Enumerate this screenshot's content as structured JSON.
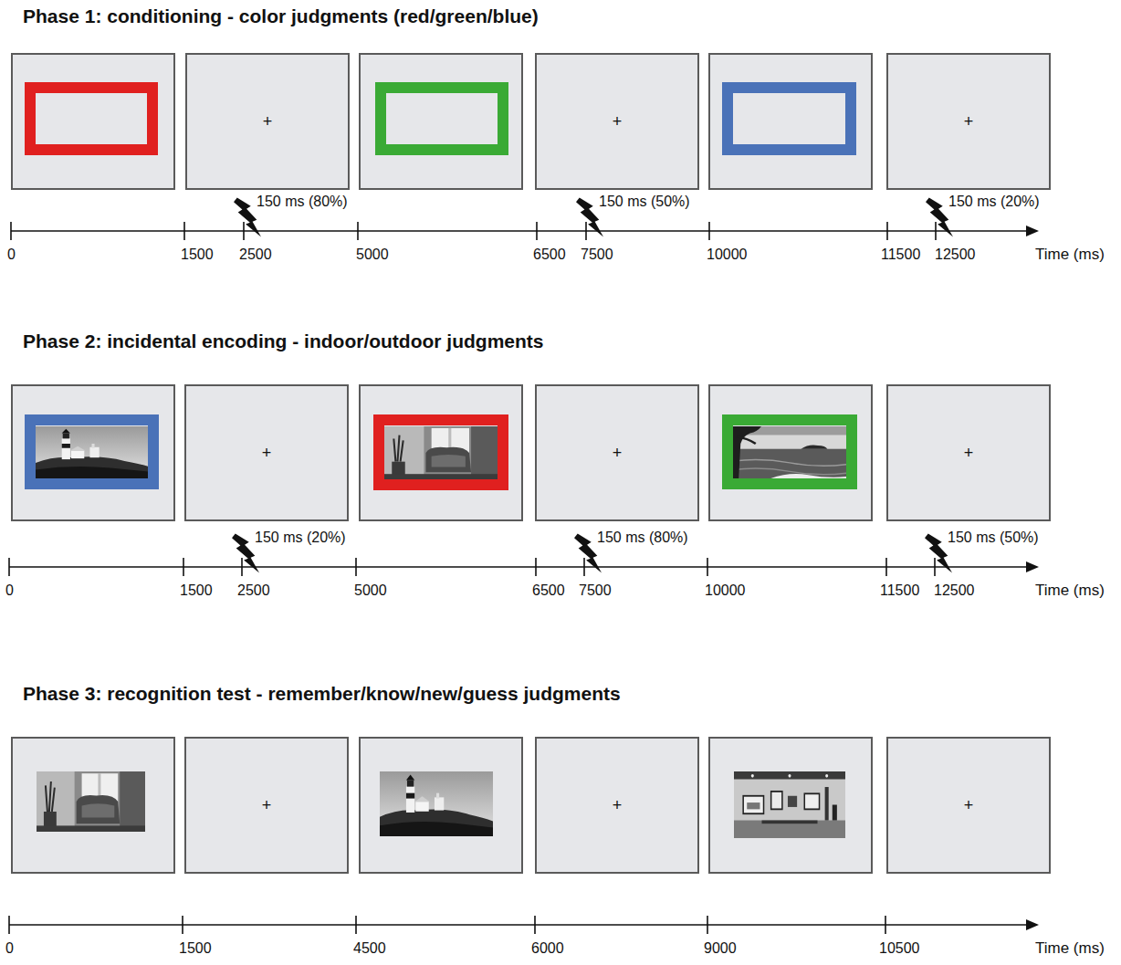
{
  "diagram": {
    "nodes": [
      {
        "text": [
          "+"
        ]
      },
      {
        "text": [
          "+"
        ]
      },
      {
        "text": [
          "+"
        ]
      },
      {
        "text": [
          "+"
        ]
      },
      {
        "text": [
          "+"
        ]
      },
      {
        "text": [
          "+"
        ]
      },
      {
        "text": [
          "+"
        ]
      },
      {
        "text": [
          "+"
        ]
      },
      {
        "text": [
          "+"
        ]
      }
    ],
    "labels": [
      "Phase 1: conditioning - color judgments (red/green/blue)",
      "150 ms (80%)",
      "150 ms (50%)",
      "150 ms (20%)",
      "0",
      "1500",
      "2500",
      "5000",
      "6500",
      "7500",
      "10000",
      "11500",
      "12500",
      "Time (ms)",
      "Phase 2: incidental encoding - indoor/outdoor judgments",
      "150 ms (20%)",
      "150 ms (80%)",
      "150 ms (50%)",
      "0",
      "1500",
      "2500",
      "5000",
      "6500",
      "7500",
      "10000",
      "11500",
      "12500",
      "Time (ms)",
      "Phase 3: recognition test - remember/know/new/guess judgments",
      "0",
      "1500",
      "4500",
      "6000",
      "9000",
      "10500",
      "Time (ms)"
    ]
  }
}
